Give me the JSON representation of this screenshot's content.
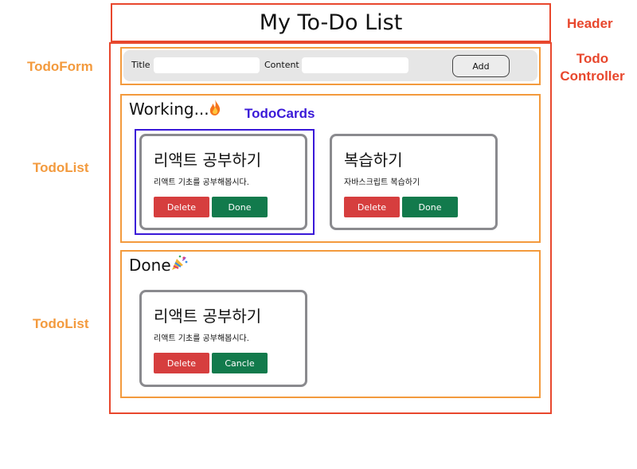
{
  "header": {
    "title": "My To-Do List"
  },
  "annotations": {
    "header": "Header",
    "controller_line1": "Todo",
    "controller_line2": "Controller",
    "todo_form": "TodoForm",
    "todo_list_working": "TodoList",
    "todo_list_done": "TodoList",
    "todo_cards": "TodoCards"
  },
  "form": {
    "title_label": "Title",
    "content_label": "Content",
    "add_label": "Add"
  },
  "working": {
    "heading": "Working...",
    "emoji": "fire-icon",
    "cards": [
      {
        "title": "리액트 공부하기",
        "body": "리액트 기초를 공부해봅시다.",
        "delete_label": "Delete",
        "toggle_label": "Done"
      },
      {
        "title": "복습하기",
        "body": "자바스크립트 복습하기",
        "delete_label": "Delete",
        "toggle_label": "Done"
      }
    ]
  },
  "done": {
    "heading": "Done",
    "emoji": "party-popper-icon",
    "cards": [
      {
        "title": "리액트 공부하기",
        "body": "리액트 기초를 공부해봅시다.",
        "delete_label": "Delete",
        "toggle_label": "Cancle"
      }
    ]
  },
  "colors": {
    "annotation_red": "#e8472d",
    "annotation_orange": "#f39a3d",
    "annotation_blue": "#3a19d8",
    "delete": "#d63e3e",
    "done": "#127a4c",
    "card_border": "#8a8a8e"
  }
}
